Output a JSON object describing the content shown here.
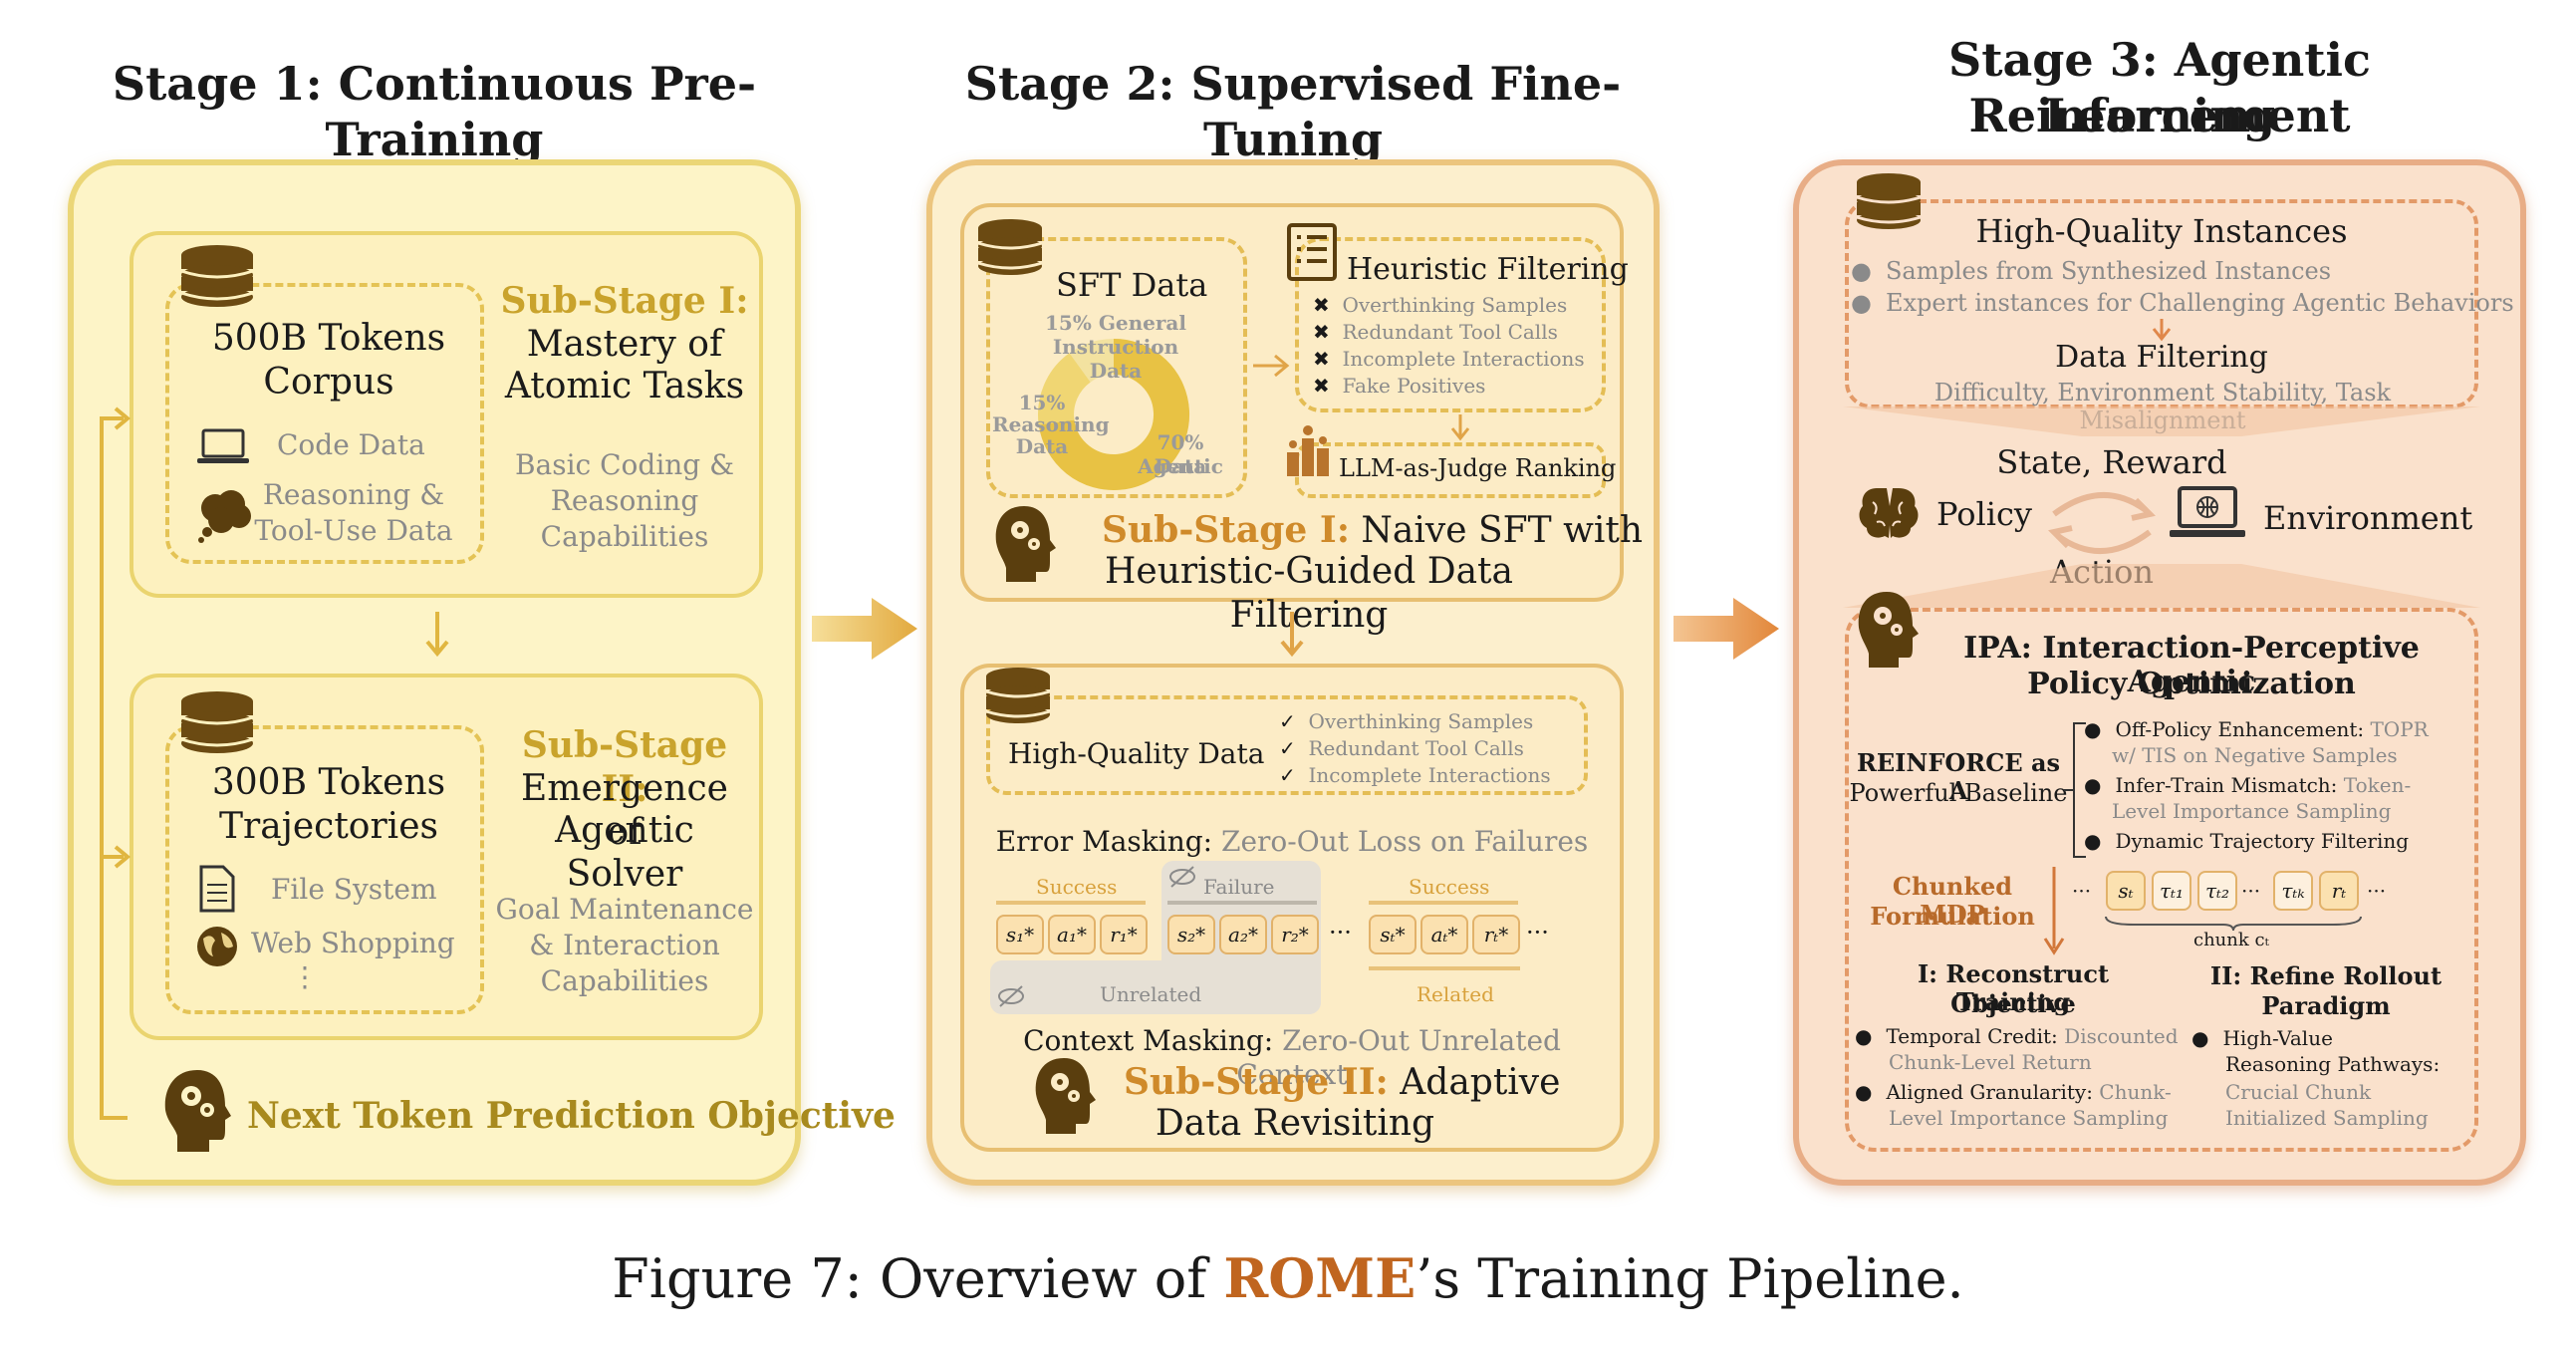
{
  "stage1": {
    "title": "Stage 1: Continuous Pre-Training",
    "sub1": {
      "corpus_line1": "500B Tokens",
      "corpus_line2": "Corpus",
      "item_code": "Code Data",
      "item_reason1": "Reasoning &",
      "item_reason2": "Tool-Use Data",
      "label_sub": "Sub-Stage I:",
      "label_l1": "Mastery of",
      "label_l2": "Atomic Tasks",
      "cap1": "Basic Coding &",
      "cap2": "Reasoning",
      "cap3": "Capabilities"
    },
    "sub2": {
      "corpus_line1": "300B Tokens",
      "corpus_line2": "Trajectories",
      "item_fs": "File System",
      "item_web": "Web Shopping",
      "item_more": "⋮",
      "label_sub": "Sub-Stage II:",
      "label_l1": "Emergence of",
      "label_l2": "Agentic Solver",
      "cap1": "Goal Maintenance",
      "cap2": "& Interaction",
      "cap3": "Capabilities"
    },
    "objective": "Next Token Prediction Objective"
  },
  "stage2": {
    "title": "Stage 2: Supervised Fine-Tuning",
    "sft_title": "SFT Data",
    "donut": {
      "slice_general": "15% General Instruction Data",
      "slice_general_l1": "15% General",
      "slice_general_l2": "Instruction Data",
      "slice_reason_l1": "15%",
      "slice_reason_l2": "Reasoning",
      "slice_reason_l3": "Data",
      "slice_agentic_l1": "70% Agentic",
      "slice_agentic_l2": "Data",
      "values": [
        15,
        15,
        70
      ]
    },
    "heuristic_title": "Heuristic Filtering",
    "heuristic_items": [
      "Overthinking Samples",
      "Redundant Tool Calls",
      "Incomplete  Interactions",
      "Fake Positives"
    ],
    "llm_judge": "LLM-as-Judge Ranking",
    "sub1_prefix": "Sub-Stage I:",
    "sub1_rest": " Naive SFT with",
    "sub1_line2": "Heuristic-Guided Data Filtering",
    "hq_title": "High-Quality Data",
    "hq_items": [
      "Overthinking Samples",
      "Redundant Tool Calls",
      "Incomplete  Interactions"
    ],
    "error_masking_a": "Error Masking:",
    "error_masking_b": " Zero-Out Loss on Failures",
    "success1": "Success",
    "failure": "Failure",
    "success2": "Success",
    "unrelated": "Unrelated",
    "related": "Related",
    "ellipsis1": "···",
    "ellipsis2": "···",
    "cells_a": [
      "s₁*",
      "a₁*",
      "r₁*"
    ],
    "cells_b": [
      "s₂*",
      "a₂*",
      "r₂*"
    ],
    "cells_c": [
      "sₜ*",
      "aₜ*",
      "rₜ*"
    ],
    "context_masking_a": "Context Masking:",
    "context_masking_b": " Zero-Out Unrelated Context",
    "sub2_prefix": "Sub-Stage II:",
    "sub2_rest": " Adaptive",
    "sub2_line2": "Data Revisiting"
  },
  "stage3": {
    "title_l1": "Stage 3: Agentic Reinforcement",
    "title_l2": "Learning",
    "hq_title": "High-Quality Instances",
    "hq_items": [
      "Samples from Synthesized Instances",
      "Expert instances for Challenging Agentic Behaviors"
    ],
    "filter_title": "Data Filtering",
    "filter_items": "Difficulty, Environment Stability, Task Misalignment",
    "state_reward": "State, Reward",
    "policy": "Policy",
    "environment": "Environment",
    "action": "Action",
    "ipa_l1": "IPA: Interaction-Perceptive Agentic",
    "ipa_l2": "Policy Optimization",
    "reinforce_l1": "REINFORCE as A",
    "reinforce_l2": "Powerful Baseline",
    "enh1_a": "Off-Policy Enhancement:",
    "enh1_b": " TOPR",
    "enh1_c": "w/ TIS on Negative Samples",
    "enh2_a": "Infer-Train Mismatch:",
    "enh2_b": " Token-",
    "enh2_c": "Level  Importance Sampling",
    "enh3": "Dynamic Trajectory Filtering",
    "chunked_l1": "Chunked MDP",
    "chunked_l2": "Formulation",
    "chunk_cells": [
      "sₜ",
      "τₜ₁",
      "τₜ₂",
      "τₜₖ",
      "rₜ"
    ],
    "chunk_label": "chunk cₜ",
    "ellipsis": "···",
    "obj_title_l1": "I: Reconstruct Training",
    "obj_title_l2": "Objective",
    "obj1_a": "Temporal Credit:",
    "obj1_b": " Discounted",
    "obj1_c": "Chunk-Level Return",
    "obj2_a": "Aligned Granularity:",
    "obj2_b": " Chunk-",
    "obj2_c": "Level Importance Sampling",
    "roll_title_l1": "II: Refine Rollout",
    "roll_title_l2": "Paradigm",
    "roll1_a": "High-Value",
    "roll1_b": "Reasoning Pathways:",
    "roll1_c": "Crucial Chunk",
    "roll1_d": "Initialized Sampling"
  },
  "caption": {
    "prefix": "Figure 7: Overview of ",
    "highlight": "ROME",
    "suffix": "’s Training Pipeline."
  },
  "colors": {
    "stage1_bg": "#fdf4c7",
    "stage2_bg": "#fcefcd",
    "stage3_bg": "#fae1cc",
    "accent_gold": "#c9a32c",
    "accent_orange": "#cf8a2a",
    "rome": "#c0651f"
  }
}
